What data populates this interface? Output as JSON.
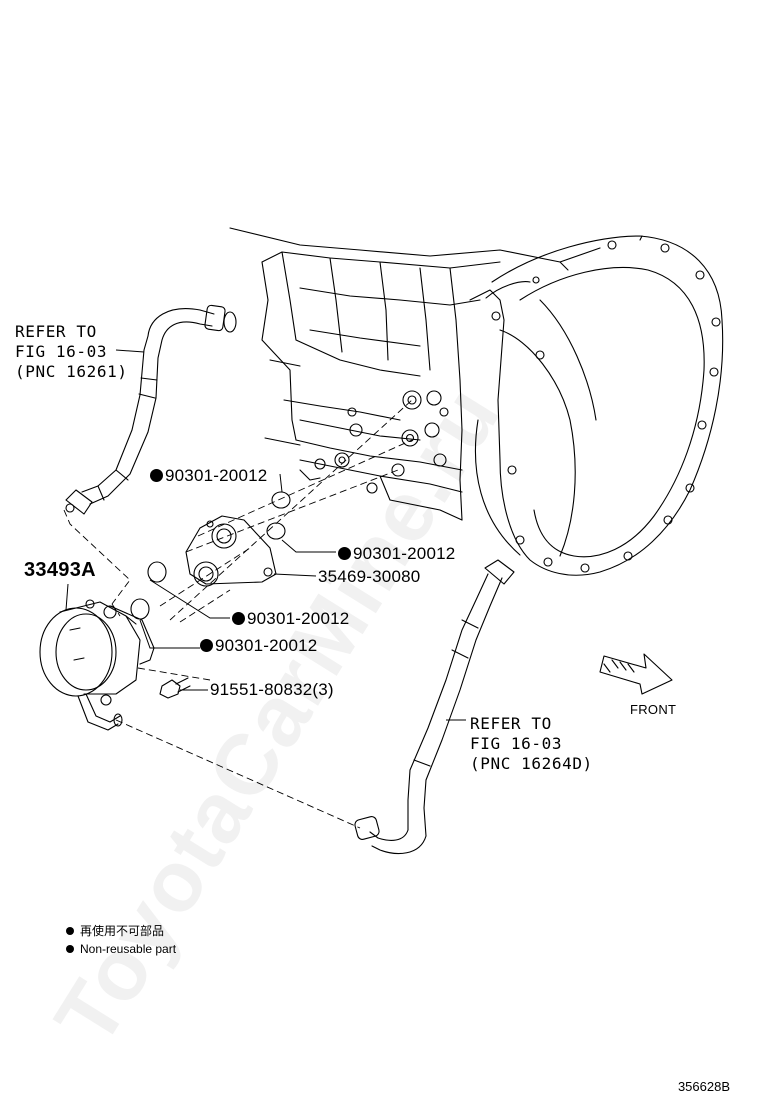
{
  "watermark": "ToyotaCarMine.ru",
  "refs": [
    {
      "line1": "REFER TO",
      "line2": "FIG 16-03",
      "line3": "(PNC 16261)"
    },
    {
      "line1": "REFER TO",
      "line2": "FIG 16-03",
      "line3": "(PNC 16264D)"
    }
  ],
  "parts": {
    "cooler": "33493A",
    "o_ring_a": "90301-20012",
    "o_ring_b": "90301-20012",
    "o_ring_c": "90301-20012",
    "o_ring_d": "90301-20012",
    "adapter": "35469-30080",
    "bolt": "91551-80832(3)"
  },
  "front_label": "FRONT",
  "legend": {
    "line_jp": "再使用不可部品",
    "line_en": "Non-reusable part"
  },
  "figure_code": "356628B"
}
